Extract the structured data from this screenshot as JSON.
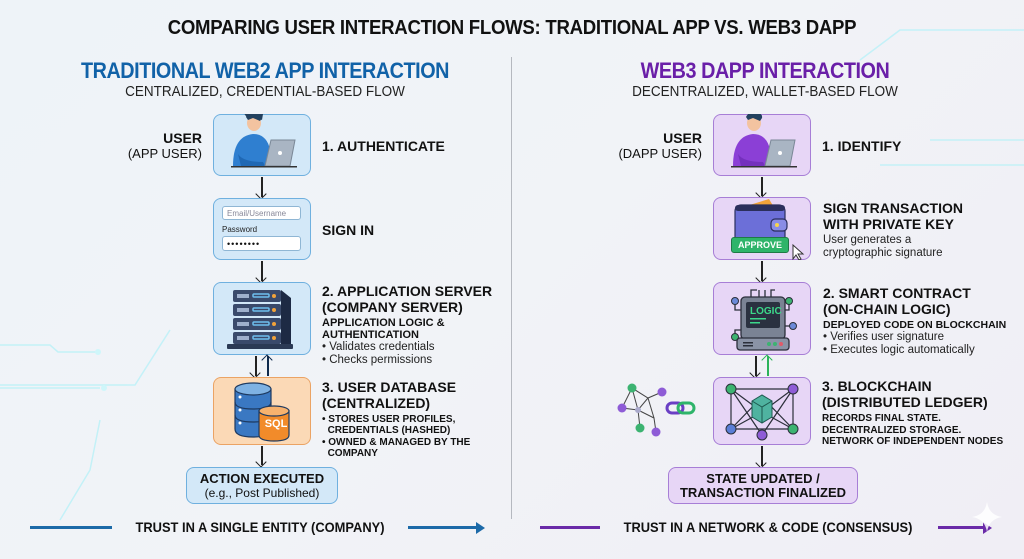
{
  "title": "COMPARING USER INTERACTION FLOWS: TRADITIONAL APP VS. WEB3 DAPP",
  "colors": {
    "web2_accent": "#1162a8",
    "web3_accent": "#6a1fa8",
    "blue_box": "#d3e8f8",
    "orange_box": "#fbd9b6",
    "purple_box": "#e7d6f6",
    "green_arrow": "#2bb35a"
  },
  "left": {
    "heading": "TRADITIONAL WEB2 APP INTERACTION",
    "subheading": "CENTRALIZED, CREDENTIAL-BASED FLOW",
    "user_label": "USER",
    "user_sublabel": "(APP USER)",
    "step1_title": "1. AUTHENTICATE",
    "signin": {
      "title": "SIGN IN",
      "email_placeholder": "Email/Username",
      "password_label": "Password",
      "password_value": "••••••••"
    },
    "step2": {
      "title_line1": "2. APPLICATION SERVER",
      "title_line2": "(COMPANY SERVER)",
      "sub_line1": "APPLICATION LOGIC &",
      "sub_line2": "AUTHENTICATION",
      "bullets": [
        "Validates credentials",
        "Checks permissions"
      ]
    },
    "step3": {
      "title_line1": "3. USER DATABASE",
      "title_line2": "(CENTRALIZED)",
      "bullets": [
        {
          "line1": "STORES USER PROFILES,",
          "line2": "CREDENTIALS (HASHED)"
        },
        {
          "line1": "OWNED & MANAGED BY THE",
          "line2": "COMPANY"
        }
      ],
      "db_badge": "SQL"
    },
    "result": {
      "line1": "ACTION EXECUTED",
      "line2": "(e.g., Post Published)"
    },
    "trust": "TRUST IN A SINGLE ENTITY (COMPANY)"
  },
  "right": {
    "heading": "WEB3 DAPP INTERACTION",
    "subheading": "DECENTRALIZED, WALLET-BASED FLOW",
    "user_label": "USER",
    "user_sublabel": "(DAPP USER)",
    "step1_title": "1. IDENTIFY",
    "sign": {
      "title_line1": "SIGN TRANSACTION",
      "title_line2": "WITH PRIVATE KEY",
      "desc_line1": "User generates a",
      "desc_line2": "cryptographic signature",
      "approve_label": "APPROVE"
    },
    "step2": {
      "title_line1": "2. SMART CONTRACT",
      "title_line2": "(ON-CHAIN LOGIC)",
      "sub": "DEPLOYED CODE ON BLOCKCHAIN",
      "bullets": [
        "Verifies user signature",
        "Executes logic automatically"
      ],
      "chip_label": "LOGIC"
    },
    "step3": {
      "title_line1": "3. BLOCKCHAIN",
      "title_line2": "(DISTRIBUTED LEDGER)",
      "desc": [
        "RECORDS FINAL STATE.",
        "DECENTRALIZED STORAGE.",
        "NETWORK OF INDEPENDENT NODES"
      ]
    },
    "result": {
      "line1": "STATE UPDATED /",
      "line2": "TRANSACTION FINALIZED"
    },
    "trust": "TRUST IN A NETWORK & CODE (CONSENSUS)"
  }
}
